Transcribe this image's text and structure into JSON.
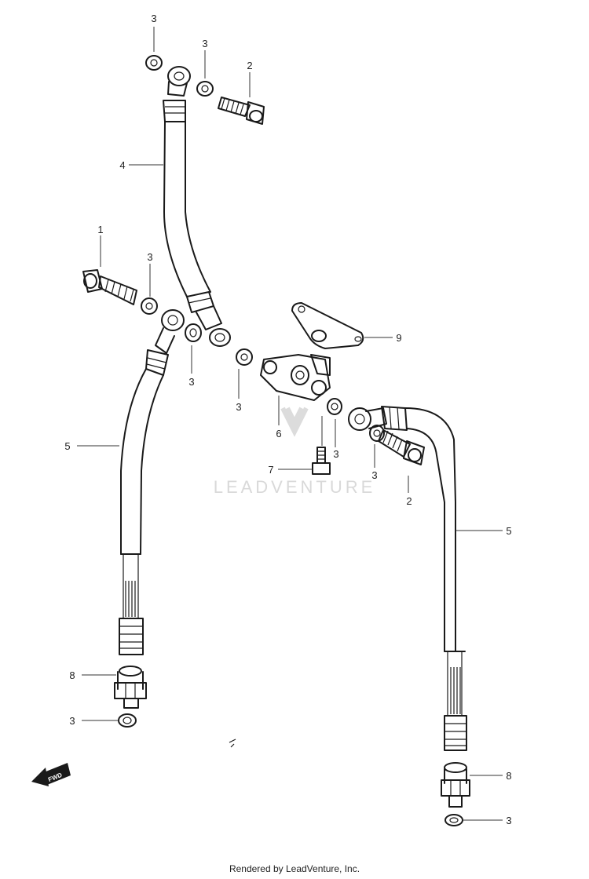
{
  "watermark": "LEADVENTURE",
  "footer": "Rendered by LeadVenture, Inc.",
  "fwd_label": "FWD",
  "callouts": {
    "c3_top_left": "3",
    "c3_top_mid": "3",
    "c2_top": "2",
    "c4": "4",
    "c1": "1",
    "c3_left_mid": "3",
    "c9": "9",
    "c3_union_left": "3",
    "c3_union_mid": "3",
    "c5_left": "5",
    "c6": "6",
    "c3_right_a": "3",
    "c3_right_b": "3",
    "c7": "7",
    "c2_right": "2",
    "c5_right": "5",
    "c8_left": "8",
    "c3_bottom_left": "3",
    "c8_right": "8",
    "c3_bottom_right": "3"
  }
}
